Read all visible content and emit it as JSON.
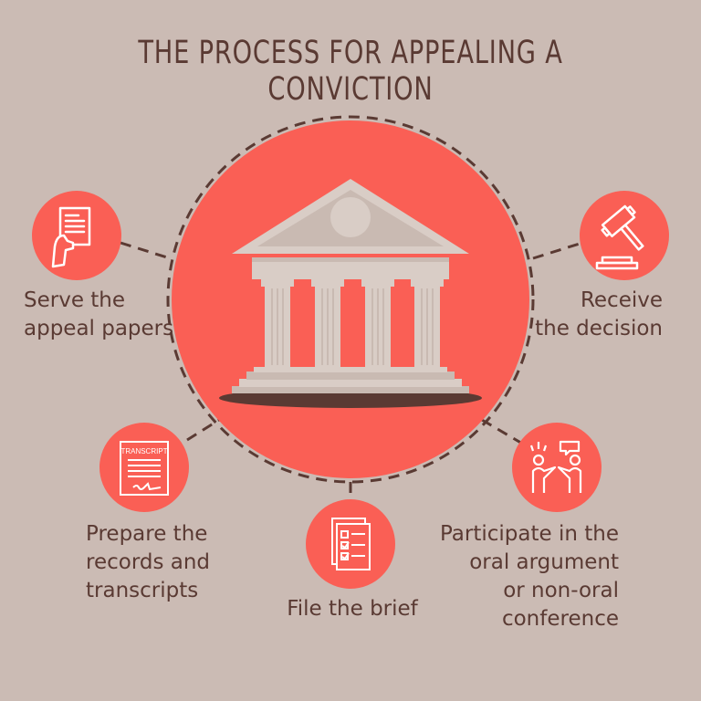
{
  "title": "THE PROCESS FOR APPEALING A CONVICTION",
  "colors": {
    "background": "#cbbbb4",
    "accent": "#fa5f55",
    "text": "#5a3a33",
    "building": "#d9cdc6"
  },
  "center_icon": "courthouse-icon",
  "steps": [
    {
      "icon": "hand-holding-document-icon",
      "lines": [
        "Serve the",
        "appeal papers"
      ]
    },
    {
      "icon": "gavel-icon",
      "lines": [
        "Receive",
        "the decision"
      ]
    },
    {
      "icon": "transcript-document-icon",
      "icon_text": "TRANSCRIPT",
      "lines": [
        "Prepare the",
        "records and",
        "transcripts"
      ]
    },
    {
      "icon": "checklist-document-icon",
      "lines": [
        "File the brief"
      ]
    },
    {
      "icon": "people-arguing-icon",
      "lines": [
        "Participate in the",
        "oral argument",
        "or non-oral",
        "conference"
      ]
    }
  ]
}
